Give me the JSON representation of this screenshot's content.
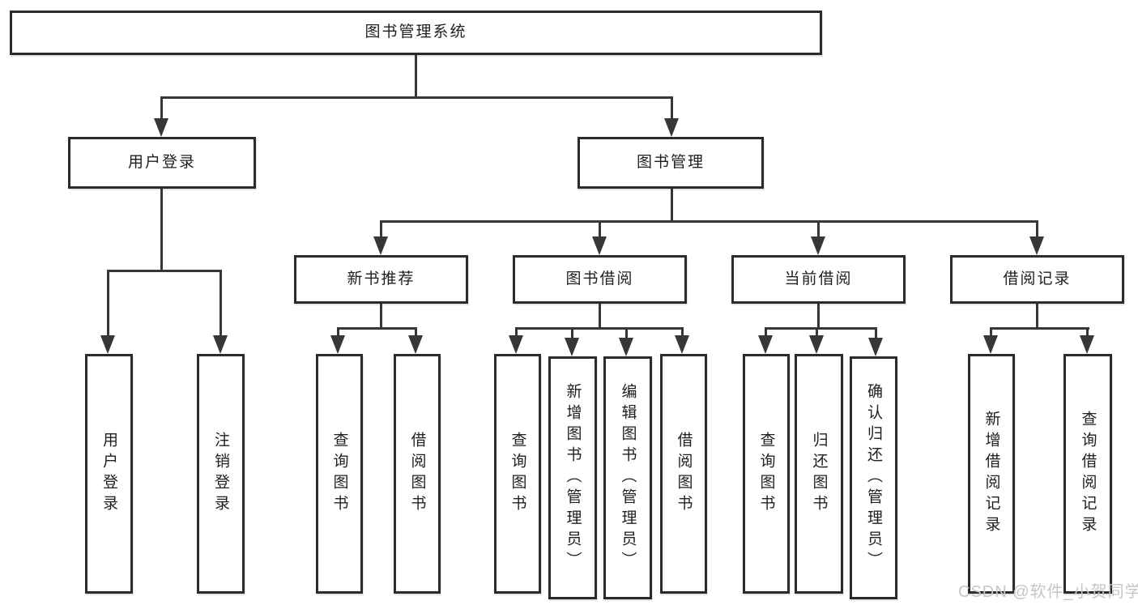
{
  "diagram": {
    "root": {
      "label": "图书管理系统"
    },
    "level2": [
      {
        "id": "user-login",
        "label": "用户登录"
      },
      {
        "id": "book-management",
        "label": "图书管理"
      }
    ],
    "level3": [
      {
        "id": "new-book-recommend",
        "label": "新书推荐"
      },
      {
        "id": "book-borrow",
        "label": "图书借阅"
      },
      {
        "id": "current-borrow",
        "label": "当前借阅"
      },
      {
        "id": "borrow-record",
        "label": "借阅记录"
      }
    ],
    "leaves": {
      "user_login": [
        {
          "label": "用户登录"
        },
        {
          "label": "注销登录"
        }
      ],
      "new_book_recommend": [
        {
          "label": "查询图书"
        },
        {
          "label": "借阅图书"
        }
      ],
      "book_borrow": [
        {
          "label": "查询图书"
        },
        {
          "label": "新增图书（管理员）"
        },
        {
          "label": "编辑图书（管理员）"
        },
        {
          "label": "借阅图书"
        }
      ],
      "current_borrow": [
        {
          "label": "查询图书"
        },
        {
          "label": "归还图书"
        },
        {
          "label": "确认归还（管理员）"
        }
      ],
      "borrow_record": [
        {
          "label": "新增借阅记录"
        },
        {
          "label": "查询借阅记录"
        }
      ]
    }
  },
  "watermark": {
    "text": "CSDN @软件_小贺同学"
  },
  "colors": {
    "line": "#373737",
    "box_border": "#2b2b2b",
    "background": "#ffffff",
    "text": "#1f1f1f",
    "watermark": "#c6c6c6"
  }
}
